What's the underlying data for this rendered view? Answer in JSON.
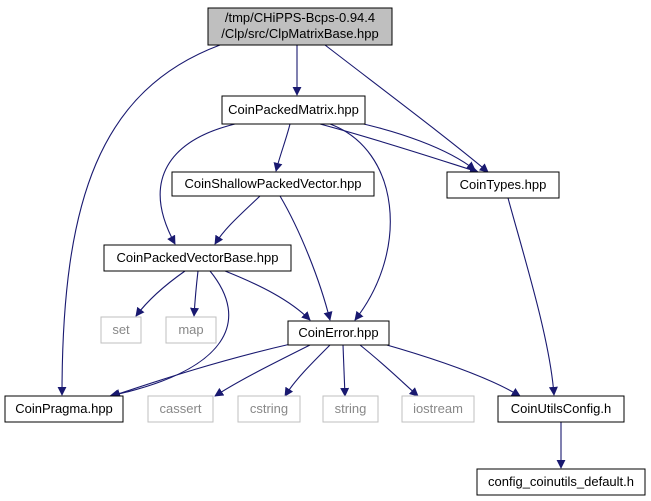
{
  "diagram": {
    "edge_color": "#191970",
    "nodes": {
      "root": {
        "lines": [
          "/tmp/CHiPPS-Bcps-0.94.4",
          "/Clp/src/ClpMatrixBase.hpp"
        ],
        "fill": "#bfbfbf",
        "border": "#000000",
        "text_color": "#000000"
      },
      "packed_matrix": {
        "lines": [
          "CoinPackedMatrix.hpp"
        ],
        "fill": "#ffffff",
        "border": "#000000",
        "text_color": "#000000"
      },
      "shallow_vector": {
        "lines": [
          "CoinShallowPackedVector.hpp"
        ],
        "fill": "#ffffff",
        "border": "#000000",
        "text_color": "#000000"
      },
      "types": {
        "lines": [
          "CoinTypes.hpp"
        ],
        "fill": "#ffffff",
        "border": "#000000",
        "text_color": "#000000"
      },
      "vector_base": {
        "lines": [
          "CoinPackedVectorBase.hpp"
        ],
        "fill": "#ffffff",
        "border": "#000000",
        "text_color": "#000000"
      },
      "set": {
        "lines": [
          "set"
        ],
        "fill": "#ffffff",
        "border": "#bfbfbf",
        "text_color": "#888888"
      },
      "map": {
        "lines": [
          "map"
        ],
        "fill": "#ffffff",
        "border": "#bfbfbf",
        "text_color": "#888888"
      },
      "error": {
        "lines": [
          "CoinError.hpp"
        ],
        "fill": "#ffffff",
        "border": "#000000",
        "text_color": "#000000"
      },
      "pragma": {
        "lines": [
          "CoinPragma.hpp"
        ],
        "fill": "#ffffff",
        "border": "#000000",
        "text_color": "#000000"
      },
      "cassert": {
        "lines": [
          "cassert"
        ],
        "fill": "#ffffff",
        "border": "#bfbfbf",
        "text_color": "#888888"
      },
      "cstring": {
        "lines": [
          "cstring"
        ],
        "fill": "#ffffff",
        "border": "#bfbfbf",
        "text_color": "#888888"
      },
      "string": {
        "lines": [
          "string"
        ],
        "fill": "#ffffff",
        "border": "#bfbfbf",
        "text_color": "#888888"
      },
      "iostream": {
        "lines": [
          "iostream"
        ],
        "fill": "#ffffff",
        "border": "#bfbfbf",
        "text_color": "#888888"
      },
      "utils_config": {
        "lines": [
          "CoinUtilsConfig.h"
        ],
        "fill": "#ffffff",
        "border": "#000000",
        "text_color": "#000000"
      },
      "config_default": {
        "lines": [
          "config_coinutils_default.h"
        ],
        "fill": "#ffffff",
        "border": "#000000",
        "text_color": "#000000"
      }
    }
  }
}
